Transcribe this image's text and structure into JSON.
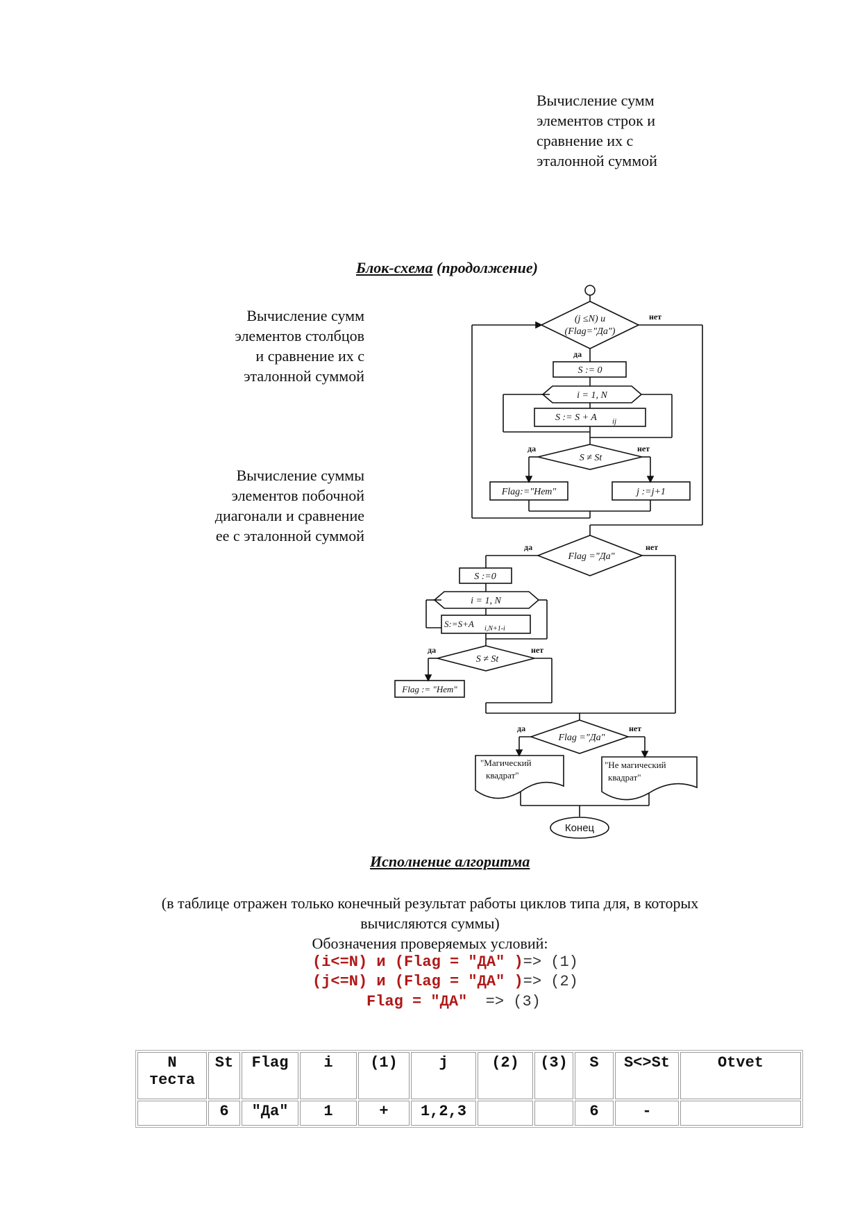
{
  "notes": {
    "rows": [
      "Вычисление сумм",
      "элементов строк и",
      "сравнение их с",
      "эталонной суммой"
    ],
    "cols": [
      "Вычисление сумм",
      "элементов столбцов",
      "и сравнение их с",
      "эталонной суммой"
    ],
    "diag": [
      "Вычисление суммы",
      "элементов побочной",
      "диагонали и сравнение",
      "ее с эталонной суммой"
    ]
  },
  "heading_flow": {
    "underlined": "Блок-схема",
    "rest": " (продолжение)"
  },
  "flow": {
    "cond1_line1": "(j ≤N) и",
    "cond1_line2": "(Flag=\"Да\")",
    "yes": "да",
    "no": "нет",
    "s0": "S := 0",
    "loop": "i = 1, N",
    "sum_col": "S := S + A",
    "sum_col_sub": "ij",
    "cmp": "S ≠ St",
    "flag_no": "Flag:=\"Нет\"",
    "j_inc": "j :=j+1",
    "cond2": "Flag =\"Да\"",
    "s0b": "S :=0",
    "loop2": "i = 1, N",
    "sum_diag": "S:=S+A",
    "sum_diag_sub": "i,N+1-i",
    "cmp2": "S ≠ St",
    "flag_no2": "Flag := \"Нет\"",
    "cond3": "Flag =\"Да\"",
    "magic_l1": "\"Магический",
    "magic_l2": "квадрат\"",
    "notmagic_l1": "\"Не магический",
    "notmagic_l2": "квадрат\"",
    "end": "Конец"
  },
  "heading_exec": "Исполнение алгоритма",
  "exec_note_l1": "(в таблице отражен только конечный результат работы циклов типа для, в которых",
  "exec_note_l2": "вычисляются суммы)",
  "legend_title": "Обозначения проверяемых условий:",
  "conditions": [
    {
      "cond": "(i<=N) и (Flag = \"ДА\" )",
      "ref": "=> (1)"
    },
    {
      "cond": "(j<=N) и (Flag = \"ДА\" )",
      "ref": "=> (2)"
    },
    {
      "cond": "Flag = \"ДА\"",
      "ref": "  => (3)"
    }
  ],
  "table": {
    "headers": [
      "N теста",
      "St",
      "Flag",
      "i",
      "(1)",
      "j",
      "(2)",
      "(3)",
      "S",
      "S<>St",
      "Otvet"
    ],
    "row": [
      "",
      "6",
      "\"Да\"",
      "1",
      "+",
      "1,2,3",
      "",
      "",
      "6",
      "-",
      ""
    ]
  }
}
